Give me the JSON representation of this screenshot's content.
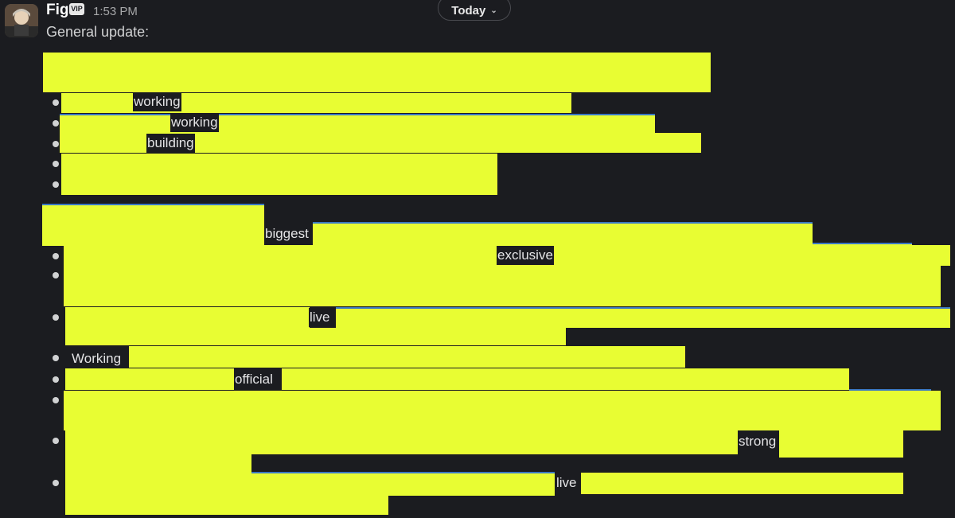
{
  "message": {
    "sender": "Fig",
    "badge": "VIP",
    "time": "1:53 PM",
    "intro": "General update:"
  },
  "date_divider": {
    "label": "Today"
  },
  "visible_words": {
    "w1": "working",
    "w2": "working",
    "w3": "building",
    "w4": "biggest",
    "w5": "exclusive",
    "w6": "live",
    "w7": "Working",
    "w8": "official",
    "w9": "strong",
    "w10": "live"
  },
  "colors": {
    "background": "#1b1c20",
    "redaction": "#e8fd33",
    "text": "#d1d2d3"
  },
  "icons": {
    "avatar": "avatar-icon",
    "chevron": "chevron-down-icon"
  }
}
